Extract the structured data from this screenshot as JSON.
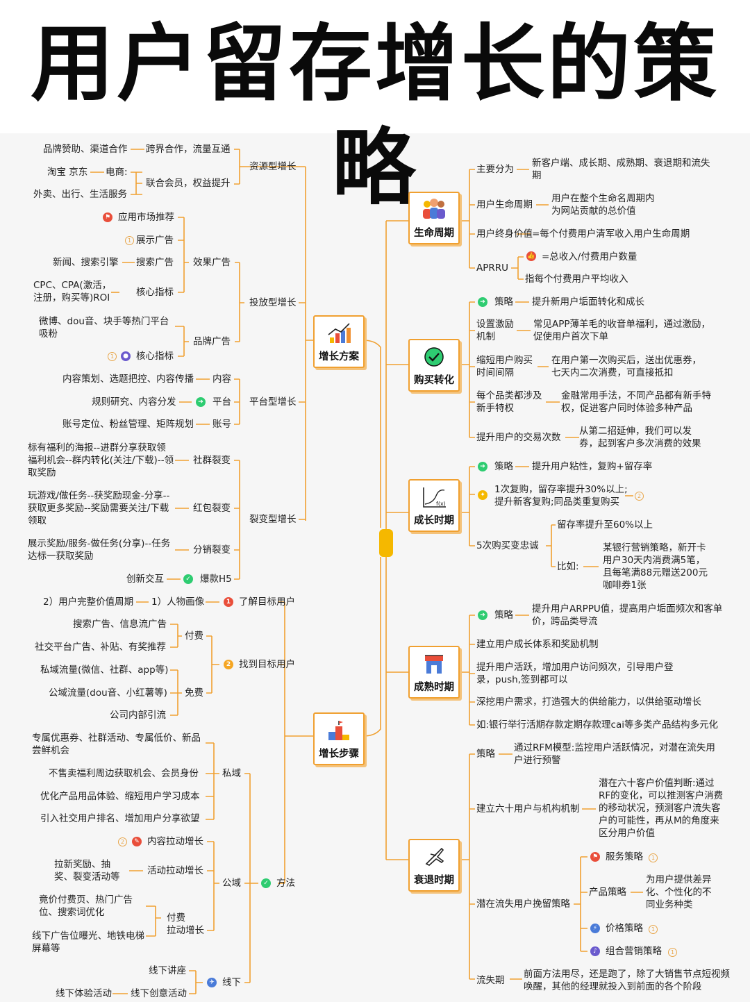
{
  "title": "用户留存增长的策略",
  "colors": {
    "line": "#f0a030",
    "hub_border": "#f0a030",
    "hub_shadow": "#f4c27a",
    "center": "#f5b800"
  },
  "left": {
    "growth_plan": {
      "label": "增长方案",
      "resource": {
        "label": "资源型增长",
        "cross": {
          "label": "跨界合作，流量互通",
          "item": "品牌赞助、渠道合作"
        },
        "member": {
          "label": "联合会员，权益提升",
          "ecommerce": "电商:",
          "ecommerce_item": "淘宝 京东",
          "other": "外卖、出行、生活服务"
        }
      },
      "ads": {
        "label": "投放型增长",
        "effect": {
          "label": "效果广告",
          "app_market": "应用市场推荐",
          "display": "展示广告",
          "search": "搜索广告",
          "search_item": "新闻、搜索引擎",
          "kpi": "核心指标",
          "kpi_item": "CPC、CPA(激活，注册，购买等)ROI"
        },
        "brand": {
          "label": "品牌广告",
          "platforms": "微博、dou音、块手等热门平台吸粉",
          "kpi": "核心指标"
        }
      },
      "platform": {
        "label": "平台型增长",
        "content": {
          "label": "内容",
          "item": "内容策划、选题把控、内容传播"
        },
        "plat": {
          "label": "平台",
          "item": "规则研究、内容分发"
        },
        "account": {
          "label": "账号",
          "item": "账号定位、粉丝管理、矩阵规划"
        }
      },
      "viral": {
        "label": "裂变型增长",
        "community": {
          "label": "社群裂变",
          "item": "标有福利的海报--进群分享获取领福利机会--群内转化(关注/下载)--领取奖励"
        },
        "redpacket": {
          "label": "红包裂变",
          "item": "玩游戏/做任务--获奖励现金-分享--获取更多奖励--奖励需要关注/下载领取"
        },
        "distribute": {
          "label": "分销裂变",
          "item": "展示奖励/服务-做任务(分享)--任务达标一获取奖励"
        },
        "h5": {
          "label": "爆款H5",
          "item": "创新交互"
        }
      }
    },
    "growth_steps": {
      "label": "增长步骤",
      "target": {
        "label": "了解目标用户",
        "num": "1",
        "persona": "1）人物画像",
        "lifecycle": "2）用户完整价值周期"
      },
      "find": {
        "label": "找到目标用户",
        "num": "2",
        "paid": {
          "label": "付费",
          "items": [
            "搜索广告、信息流广告",
            "社交平台广告、补贴、有奖推荐"
          ]
        },
        "free": {
          "label": "免费",
          "items": [
            "私域流量(微信、社群、app等)",
            "公域流量(dou音、小红薯等)",
            "公司内部引流"
          ]
        }
      },
      "method": {
        "label": "方法",
        "private": {
          "label": "私域",
          "items": [
            "专属优惠券、社群活动、专属低价、新品尝鲜机会",
            "不售卖福利周边获取机会、会员身份",
            "优化产品用品体验、缩短用户学习成本",
            "引入社交用户排名、增加用户分享欲望"
          ]
        },
        "public": {
          "label": "公域",
          "content": "内容拉动增长",
          "activity": {
            "label": "活动拉动增长",
            "item": "拉新奖励、抽奖、裂变活动等"
          },
          "paid": {
            "label1": "付费",
            "label2": "拉动增长",
            "items": [
              "竟价付费页、热门广告位、搜索词优化",
              "线下广告位曝光、地铁电梯屏幕等"
            ]
          }
        },
        "offline": {
          "label": "线下",
          "lecture": "线下讲座",
          "creative": "线下创意活动",
          "experience": "线下体验活动"
        }
      }
    }
  },
  "right": {
    "lifecycle": {
      "label": "生命周期",
      "main": {
        "label": "主要分为",
        "text": "新客户端、成长期、成熟期、衰退期和流失期"
      },
      "cycle": {
        "label": "用户生命周期",
        "text": "用户在整个生命名周期内为网站贡献的总价值"
      },
      "value": {
        "label": "用户终身价值",
        "text": "=每个付费用户清军收入用户生命周期"
      },
      "arppu": {
        "label": "APRRU",
        "text1": "=总收入/付费用户数量",
        "text2": "指每个付费用户平均收入"
      }
    },
    "conversion": {
      "label": "购买转化",
      "strategy": {
        "label": "策略",
        "text": "提升新用户垢面转化和成长"
      },
      "incentive": {
        "label": "设置激励机制",
        "text": "常见APP薄羊毛的收音单福利，通过激励，促使用户首次下单"
      },
      "interval": {
        "label": "缩短用户购买时间间隔",
        "text": "在用户第一次购买后，送出优惠券，七天内二次消费，可直接抵扣"
      },
      "newbie": {
        "label": "每个品类都涉及新手特权",
        "text": "金融常用手法，不同产品都有新手特权，促进客户同时体验多种产品"
      },
      "frequency": {
        "label": "提升用户的交易次数",
        "text": "从第二招延伸，我们可以发券，起到客户多次消费的效果"
      }
    },
    "growth": {
      "label": "成长时期",
      "strategy": {
        "label": "策略",
        "text": "提升用户粘性，复购+留存率"
      },
      "repurchase": {
        "text": "1次复购，留存率提升30%以上;提升新客复购;同品类重复购买"
      },
      "loyalty": {
        "label": "5次购买变忠诚",
        "text1": "留存率提升至60%以上",
        "example": "比如:",
        "example_text": "某银行营销策略，新开卡用户30天内消费满5笔，且每笔满88元赠送200元咖啡券1张"
      }
    },
    "mature": {
      "label": "成熟时期",
      "strategy": {
        "label": "策略",
        "text": "提升用户ARPPU值，提高用户垢面频次和客单价，跨品类导流"
      },
      "items": [
        "建立用户成长体系和奖励机制",
        "提升用户活跃，增加用户访问频次，引导用户登录，push,签到都可以",
        "深挖用户需求，打造强大的供给能力，以供给驱动增长",
        "如:银行举行活期存款定期存款理cai等多类产品结构多元化"
      ]
    },
    "decline": {
      "label": "衰退时期",
      "strategy": {
        "label": "策略",
        "text": "通过RFM模型:监控用户活跃情况，对潜在流失用户进行预警"
      },
      "rfm": {
        "label": "建立六十用户与机构机制",
        "text": "潜在六十客户价值判断:通过RF的变化，可以推测客户消费的移动状况，预测客户流失客户的可能性，再从M的角度来区分用户价值"
      },
      "retain": {
        "label": "潜在流失用户挽留策略",
        "service": "服务策略",
        "product": "产品策略",
        "product_text": "为用户提供差异化、个性化的不同业务种类",
        "price": "价格策略",
        "combo": "组合营销策略"
      },
      "churn": {
        "label": "流失期",
        "text": "前面方法用尽，还是跑了，除了大销售节点短视频唤醒，其他的经理就投入到前面的各个阶段"
      }
    }
  }
}
